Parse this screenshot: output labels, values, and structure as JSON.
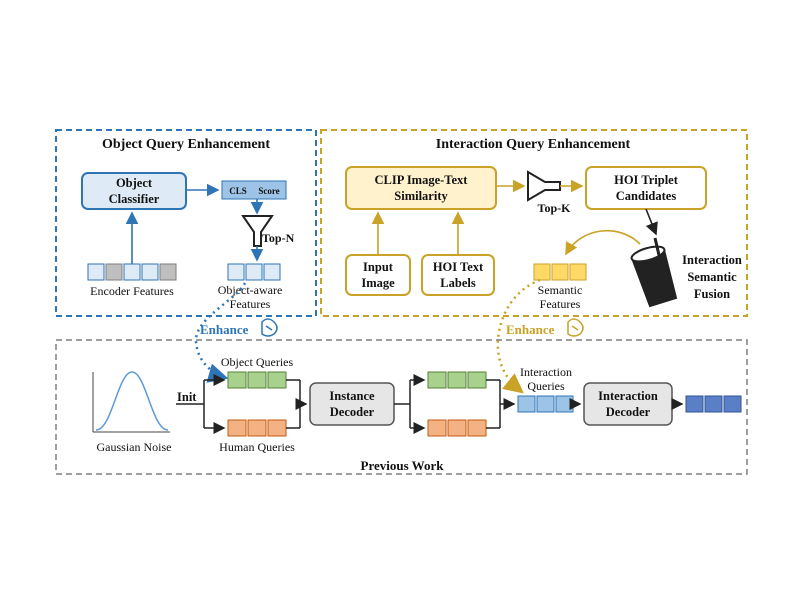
{
  "object_query_enhancement": {
    "title": "Object Query Enhancement",
    "object_classifier": [
      "Object",
      "Classifier"
    ],
    "cls_label": "CLS",
    "score_label": "Score",
    "topn_label": "Top-N",
    "encoder_features_label": "Encoder Features",
    "object_aware_features": [
      "Object-aware",
      "Features"
    ]
  },
  "interaction_query_enhancement": {
    "title": "Interaction Query Enhancement",
    "clip_similarity": [
      "CLIP Image-Text",
      "Similarity"
    ],
    "topk_label": "Top-K",
    "hoi_triplet_candidates": [
      "HOI Triplet",
      "Candidates"
    ],
    "input_image": [
      "Input",
      "Image"
    ],
    "hoi_text_labels": [
      "HOI Text",
      "Labels"
    ],
    "semantic_features": [
      "Semantic",
      "Features"
    ],
    "interaction_semantic_fusion": [
      "Interaction",
      "Semantic",
      "Fusion"
    ]
  },
  "enhance_left": "Enhance",
  "enhance_right": "Enhance",
  "previous_work": {
    "title": "Previous Work",
    "gaussian_noise_label": "Gaussian Noise",
    "init_label": "Init",
    "object_queries_label": "Object Queries",
    "human_queries_label": "Human Queries",
    "instance_decoder": [
      "Instance",
      "Decoder"
    ],
    "interaction_queries": [
      "Interaction",
      "Queries"
    ],
    "interaction_decoder": [
      "Interaction",
      "Decoder"
    ]
  },
  "colors": {
    "blue_dash": "#2e75b6",
    "gold_dash": "#c9a227",
    "gray_dash": "#7f7f7f",
    "blue_box_fill": "#deebf7",
    "yellow_box_fill": "#fff2cc",
    "green_cell": "#a9d18e",
    "orange_cell": "#f4b183",
    "blue_cell": "#9dc3e6",
    "dark_blue_cell": "#5b7fc7",
    "gray_cell": "#bfbfbf",
    "decoder_fill": "#e7e6e6"
  }
}
